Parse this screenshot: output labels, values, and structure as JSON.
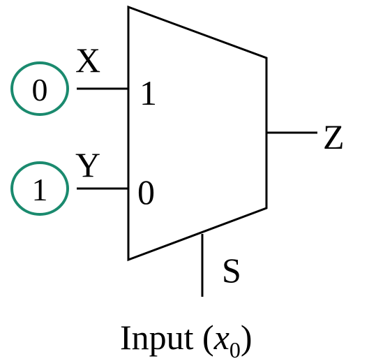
{
  "mux": {
    "input_x_label": "X",
    "input_y_label": "Y",
    "port_1_label": "1",
    "port_0_label": "0",
    "output_label": "Z",
    "select_label": "S",
    "input_caption_prefix": "Input (",
    "input_caption_var": "x",
    "input_caption_sub": "0",
    "input_caption_suffix": ")",
    "x_value": "0",
    "y_value": "1"
  },
  "colors": {
    "line": "#000000",
    "circle_stroke": "#1a8a6e"
  }
}
